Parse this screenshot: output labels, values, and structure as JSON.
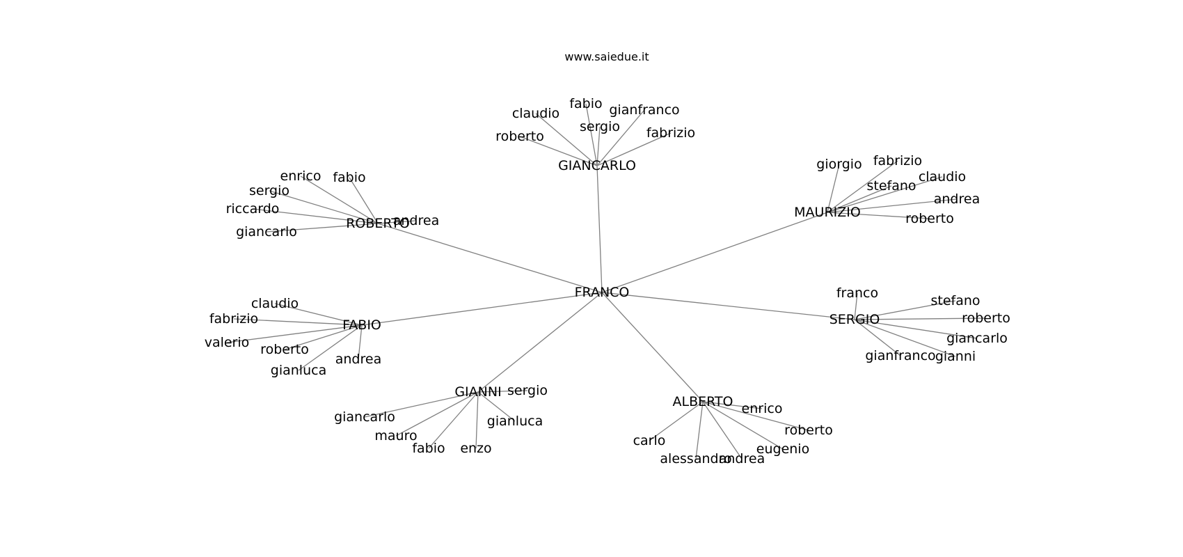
{
  "header": {
    "title": "www.saiedue.it"
  },
  "graph": {
    "root": "FRANCO",
    "groups": [
      {
        "hub": "GIANCARLO",
        "leaves": [
          "claudio",
          "fabio",
          "gianfranco",
          "sergio",
          "roberto",
          "fabrizio"
        ]
      },
      {
        "hub": "ROBERTO",
        "leaves": [
          "enrico",
          "fabio",
          "sergio",
          "riccardo",
          "andrea",
          "giancarlo"
        ]
      },
      {
        "hub": "MAURIZIO",
        "leaves": [
          "giorgio",
          "fabrizio",
          "stefano",
          "claudio",
          "andrea",
          "roberto"
        ]
      },
      {
        "hub": "FABIO",
        "leaves": [
          "claudio",
          "fabrizio",
          "valerio",
          "roberto",
          "gianluca",
          "andrea"
        ]
      },
      {
        "hub": "SERGIO",
        "leaves": [
          "franco",
          "stefano",
          "roberto",
          "giancarlo",
          "gianfranco",
          "gianni"
        ]
      },
      {
        "hub": "GIANNI",
        "leaves": [
          "sergio",
          "giancarlo",
          "mauro",
          "fabio",
          "enzo",
          "gianluca"
        ]
      },
      {
        "hub": "ALBERTO",
        "leaves": [
          "enrico",
          "roberto",
          "carlo",
          "alessandro",
          "andrea",
          "eugenio"
        ]
      }
    ]
  }
}
